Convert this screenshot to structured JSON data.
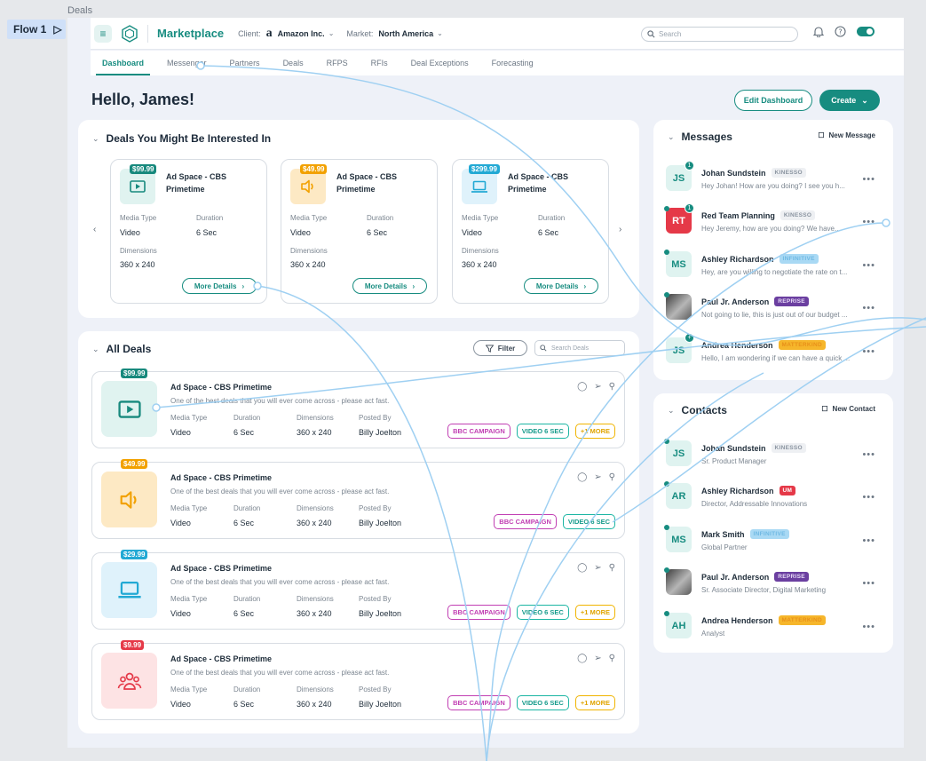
{
  "canvas": {
    "page_label": "Deals",
    "flow_label": "Flow 1"
  },
  "topbar": {
    "app_name": "Marketplace",
    "client_label": "Client:",
    "client_value": "Amazon Inc.",
    "market_label": "Market:",
    "market_value": "North America",
    "search_placeholder": "Search"
  },
  "tabs": [
    "Dashboard",
    "Messenger",
    "Partners",
    "Deals",
    "RFPS",
    "RFIs",
    "Deal Exceptions",
    "Forecasting"
  ],
  "greeting": "Hello, James!",
  "actions": {
    "edit": "Edit Dashboard",
    "create": "Create"
  },
  "interested": {
    "title": "Deals You Might Be Interested In",
    "labels": {
      "media": "Media Type",
      "duration": "Duration",
      "dimensions": "Dimensions"
    },
    "more": "More Details",
    "items": [
      {
        "price": "$99.99",
        "title": "Ad Space - CBS Primetime",
        "media": "Video",
        "duration": "6 Sec",
        "dimensions": "360 x 240",
        "icon": "play-icon",
        "price_color": "#17897d"
      },
      {
        "price": "$49.99",
        "title": "Ad Space - CBS Primetime",
        "media": "Video",
        "duration": "6 Sec",
        "dimensions": "360 x 240",
        "icon": "speaker-icon",
        "price_color": "#f2a100"
      },
      {
        "price": "$299.99",
        "title": "Ad Space - CBS Primetime",
        "media": "Video",
        "duration": "6 Sec",
        "dimensions": "360 x 240",
        "icon": "laptop-icon",
        "price_color": "#22a9d4"
      }
    ]
  },
  "all_deals": {
    "title": "All Deals",
    "filter": "Filter",
    "search_placeholder": "Search Deals",
    "labels": {
      "media": "Media Type",
      "duration": "Duration",
      "dimensions": "Dimensions",
      "posted": "Posted By"
    },
    "rows": [
      {
        "price": "$99.99",
        "title": "Ad Space - CBS Primetime",
        "desc": "One of the best deals that you will ever come across - please act fast.",
        "media": "Video",
        "duration": "6 Sec",
        "dimensions": "360 x 240",
        "posted": "Billy Joelton",
        "tags": [
          "BBC CAMPAIGN",
          "VIDEO 6 SEC",
          "+1 MORE"
        ],
        "icon": "play-icon"
      },
      {
        "price": "$49.99",
        "title": "Ad Space - CBS Primetime",
        "desc": "One of the best deals that you will ever come across - please act fast.",
        "media": "Video",
        "duration": "6 Sec",
        "dimensions": "360 x 240",
        "posted": "Billy Joelton",
        "tags": [
          "BBC CAMPAIGN",
          "VIDEO 6 SEC"
        ],
        "icon": "speaker-icon"
      },
      {
        "price": "$29.99",
        "title": "Ad Space - CBS Primetime",
        "desc": "One of the best deals that you will ever come across - please act fast.",
        "media": "Video",
        "duration": "6 Sec",
        "dimensions": "360 x 240",
        "posted": "Billy Joelton",
        "tags": [
          "BBC CAMPAIGN",
          "VIDEO 6 SEC",
          "+1 MORE"
        ],
        "icon": "laptop-icon"
      },
      {
        "price": "$9.99",
        "title": "Ad Space - CBS Primetime",
        "desc": "One of the best deals that you will ever come across - please act fast.",
        "media": "Video",
        "duration": "6 Sec",
        "dimensions": "360 x 240",
        "posted": "Billy Joelton",
        "tags": [
          "BBC CAMPAIGN",
          "VIDEO 6 SEC",
          "+1 MORE"
        ],
        "icon": "group-icon"
      }
    ]
  },
  "messages": {
    "title": "Messages",
    "new": "New Message",
    "items": [
      {
        "initials": "JS",
        "name": "Johan Sundstein",
        "badge": "KINESSO",
        "text": "Hey Johan! How are you doing? I see you h...",
        "count": "1"
      },
      {
        "initials": "RT",
        "name": "Red Team Planning",
        "badge": "KINESSO",
        "text": "Hey Jeremy, how are you doing? We have...",
        "count": "1"
      },
      {
        "initials": "MS",
        "name": "Ashley Richardson",
        "badge": "INFINITIVE",
        "text": "Hey, are you willing to negotiate the rate on t..."
      },
      {
        "initials": "",
        "name": "Paul Jr. Anderson",
        "badge": "REPRISE",
        "text": "Not going to lie, this is just out of our budget ..."
      },
      {
        "initials": "JS",
        "name": "Andrea Henderson",
        "badge": "MATTERKIND",
        "text": "Hello, I am wondering if we can have a quick ...",
        "count": "+"
      }
    ]
  },
  "contacts": {
    "title": "Contacts",
    "new": "New Contact",
    "items": [
      {
        "initials": "JS",
        "name": "Johan Sundstein",
        "badge": "KINESSO",
        "role": "Sr. Product Manager"
      },
      {
        "initials": "AR",
        "name": "Ashley Richardson",
        "badge": "UM",
        "role": "Director, Addressable Innovations"
      },
      {
        "initials": "MS",
        "name": "Mark Smith",
        "badge": "INFINITIVE",
        "role": "Global Partner"
      },
      {
        "initials": "",
        "name": "Paul Jr. Anderson",
        "badge": "REPRISE",
        "role": "Sr. Associate Director, Digital Marketing"
      },
      {
        "initials": "AH",
        "name": "Andrea Henderson",
        "badge": "MATTERKIND",
        "role": "Analyst"
      }
    ]
  },
  "colors": {
    "brand": "#178c80",
    "connector": "#9fd0f2"
  }
}
